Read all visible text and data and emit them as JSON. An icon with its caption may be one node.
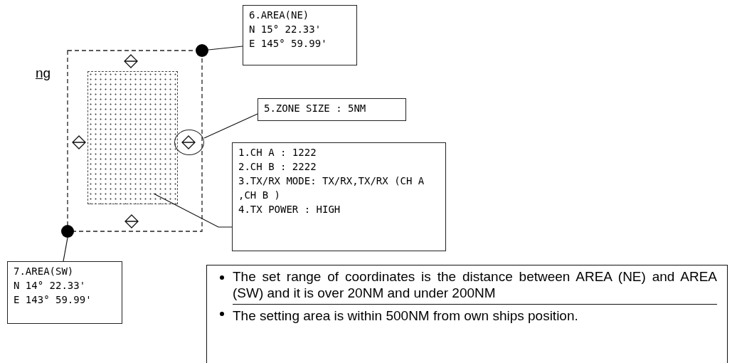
{
  "diagram": {
    "nodes": [
      {
        "text": [
          "6.AREA(NE)",
          "N 15° 22.33'",
          "E 145° 59.99'"
        ]
      },
      {
        "text": [],
        "shape": "circle"
      },
      {
        "text": [
          "5.ZONE SIZE : 5NM"
        ]
      },
      {
        "text": [],
        "shape": "ellipse"
      },
      {
        "text": [
          "1.CH A : 1222",
          "2.CH B : 2222",
          "3.TX/RX MODE: TX/RX,TX/RX (CH A ,CH B )",
          "4.TX POWER : HIGH"
        ]
      },
      {
        "text": [],
        "shape": "box"
      },
      {
        "text": [
          "7.AREA(SW)",
          "N 14° 22.33'",
          "E 143° 59.99'"
        ]
      },
      {
        "text": [],
        "shape": "circle"
      },
      {
        "text": [
          "The set range of coordinates is the distance between AREA (NE) and AREA (SW) and it is over 20NM and under 200NM",
          "The setting area is within 500NM from own ships position."
        ]
      }
    ],
    "edges": [
      {
        "from": 0,
        "to": 1,
        "arrow": "none"
      },
      {
        "from": 2,
        "to": 3,
        "arrow": "none"
      },
      {
        "from": 4,
        "to": 5,
        "arrow": "none"
      },
      {
        "from": 6,
        "to": 7,
        "arrow": "none"
      }
    ],
    "labels": [
      "ng"
    ]
  }
}
